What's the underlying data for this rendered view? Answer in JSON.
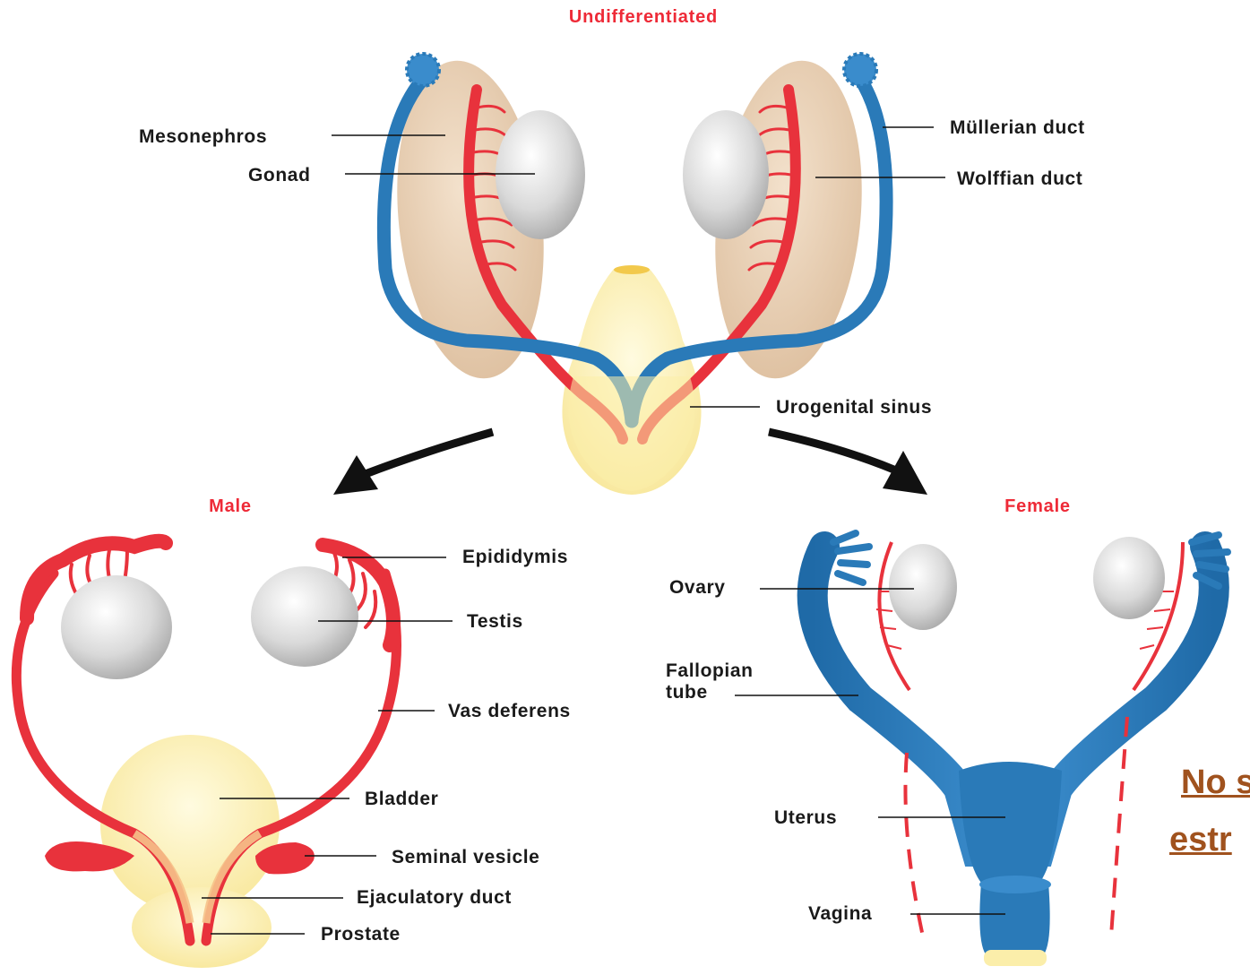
{
  "titles": {
    "top": "Undifferentiated",
    "male": "Male",
    "female": "Female"
  },
  "labels": {
    "mesonephros": "Mesonephros",
    "gonad": "Gonad",
    "mullerian_duct": "Müllerian duct",
    "wolffian_duct": "Wolffian duct",
    "urogenital_sinus": "Urogenital sinus",
    "epididymis": "Epididymis",
    "testis": "Testis",
    "vas_deferens": "Vas deferens",
    "bladder": "Bladder",
    "seminal_vesicle": "Seminal vesicle",
    "ejaculatory_duct": "Ejaculatory duct",
    "prostate": "Prostate",
    "ovary": "Ovary",
    "fallopian_tube_1": "Fallopian",
    "fallopian_tube_2": "tube",
    "uterus": "Uterus",
    "vagina": "Vagina"
  },
  "side_text": {
    "line1": "No s",
    "line2": "estr"
  },
  "colors": {
    "title": "#ee2a37",
    "wolffian": "#e8323c",
    "mullerian": "#2a7ab8",
    "mesonephros": "#e9cfb2",
    "gonad": "#d0d0d0",
    "sinus": "#fbeeaa",
    "side_text": "#a0521e"
  }
}
